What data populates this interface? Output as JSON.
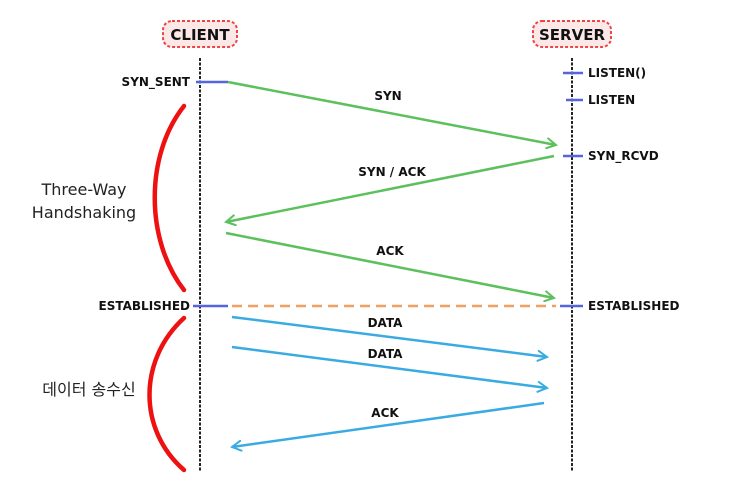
{
  "participants": {
    "client": {
      "label": "CLIENT"
    },
    "server": {
      "label": "SERVER"
    }
  },
  "client_states": [
    {
      "id": "syn-sent",
      "label": "SYN_SENT"
    },
    {
      "id": "established",
      "label": "ESTABLISHED"
    }
  ],
  "server_states": [
    {
      "id": "listen-call",
      "label": "LISTEN()"
    },
    {
      "id": "listen",
      "label": "LISTEN"
    },
    {
      "id": "syn-rcvd",
      "label": "SYN_RCVD"
    },
    {
      "id": "established",
      "label": "ESTABLISHED"
    }
  ],
  "messages": [
    {
      "id": "syn",
      "label": "SYN",
      "direction": "client-to-server",
      "color": "#5cc05c"
    },
    {
      "id": "syn-ack",
      "label": "SYN / ACK",
      "direction": "server-to-client",
      "color": "#5cc05c"
    },
    {
      "id": "ack",
      "label": "ACK",
      "direction": "client-to-server",
      "color": "#5cc05c"
    },
    {
      "id": "data-1",
      "label": "DATA",
      "direction": "client-to-server",
      "color": "#3aabe0"
    },
    {
      "id": "data-2",
      "label": "DATA",
      "direction": "client-to-server",
      "color": "#3aabe0"
    },
    {
      "id": "ack-2",
      "label": "ACK",
      "direction": "server-to-client",
      "color": "#3aabe0"
    }
  ],
  "phases": [
    {
      "id": "handshake",
      "lines": [
        "Three-Way",
        "Handshaking"
      ]
    },
    {
      "id": "transfer",
      "lines": [
        "데이터 송수신"
      ]
    }
  ],
  "colors": {
    "handshake_arrow": "#5cc05c",
    "data_arrow": "#3aabe0",
    "established_link": "#f0a060",
    "bracket": "#ee1111",
    "header_border": "#ee4444",
    "header_fill": "#fde8e8",
    "tick": "#5566dd",
    "lifeline": "#222222"
  }
}
